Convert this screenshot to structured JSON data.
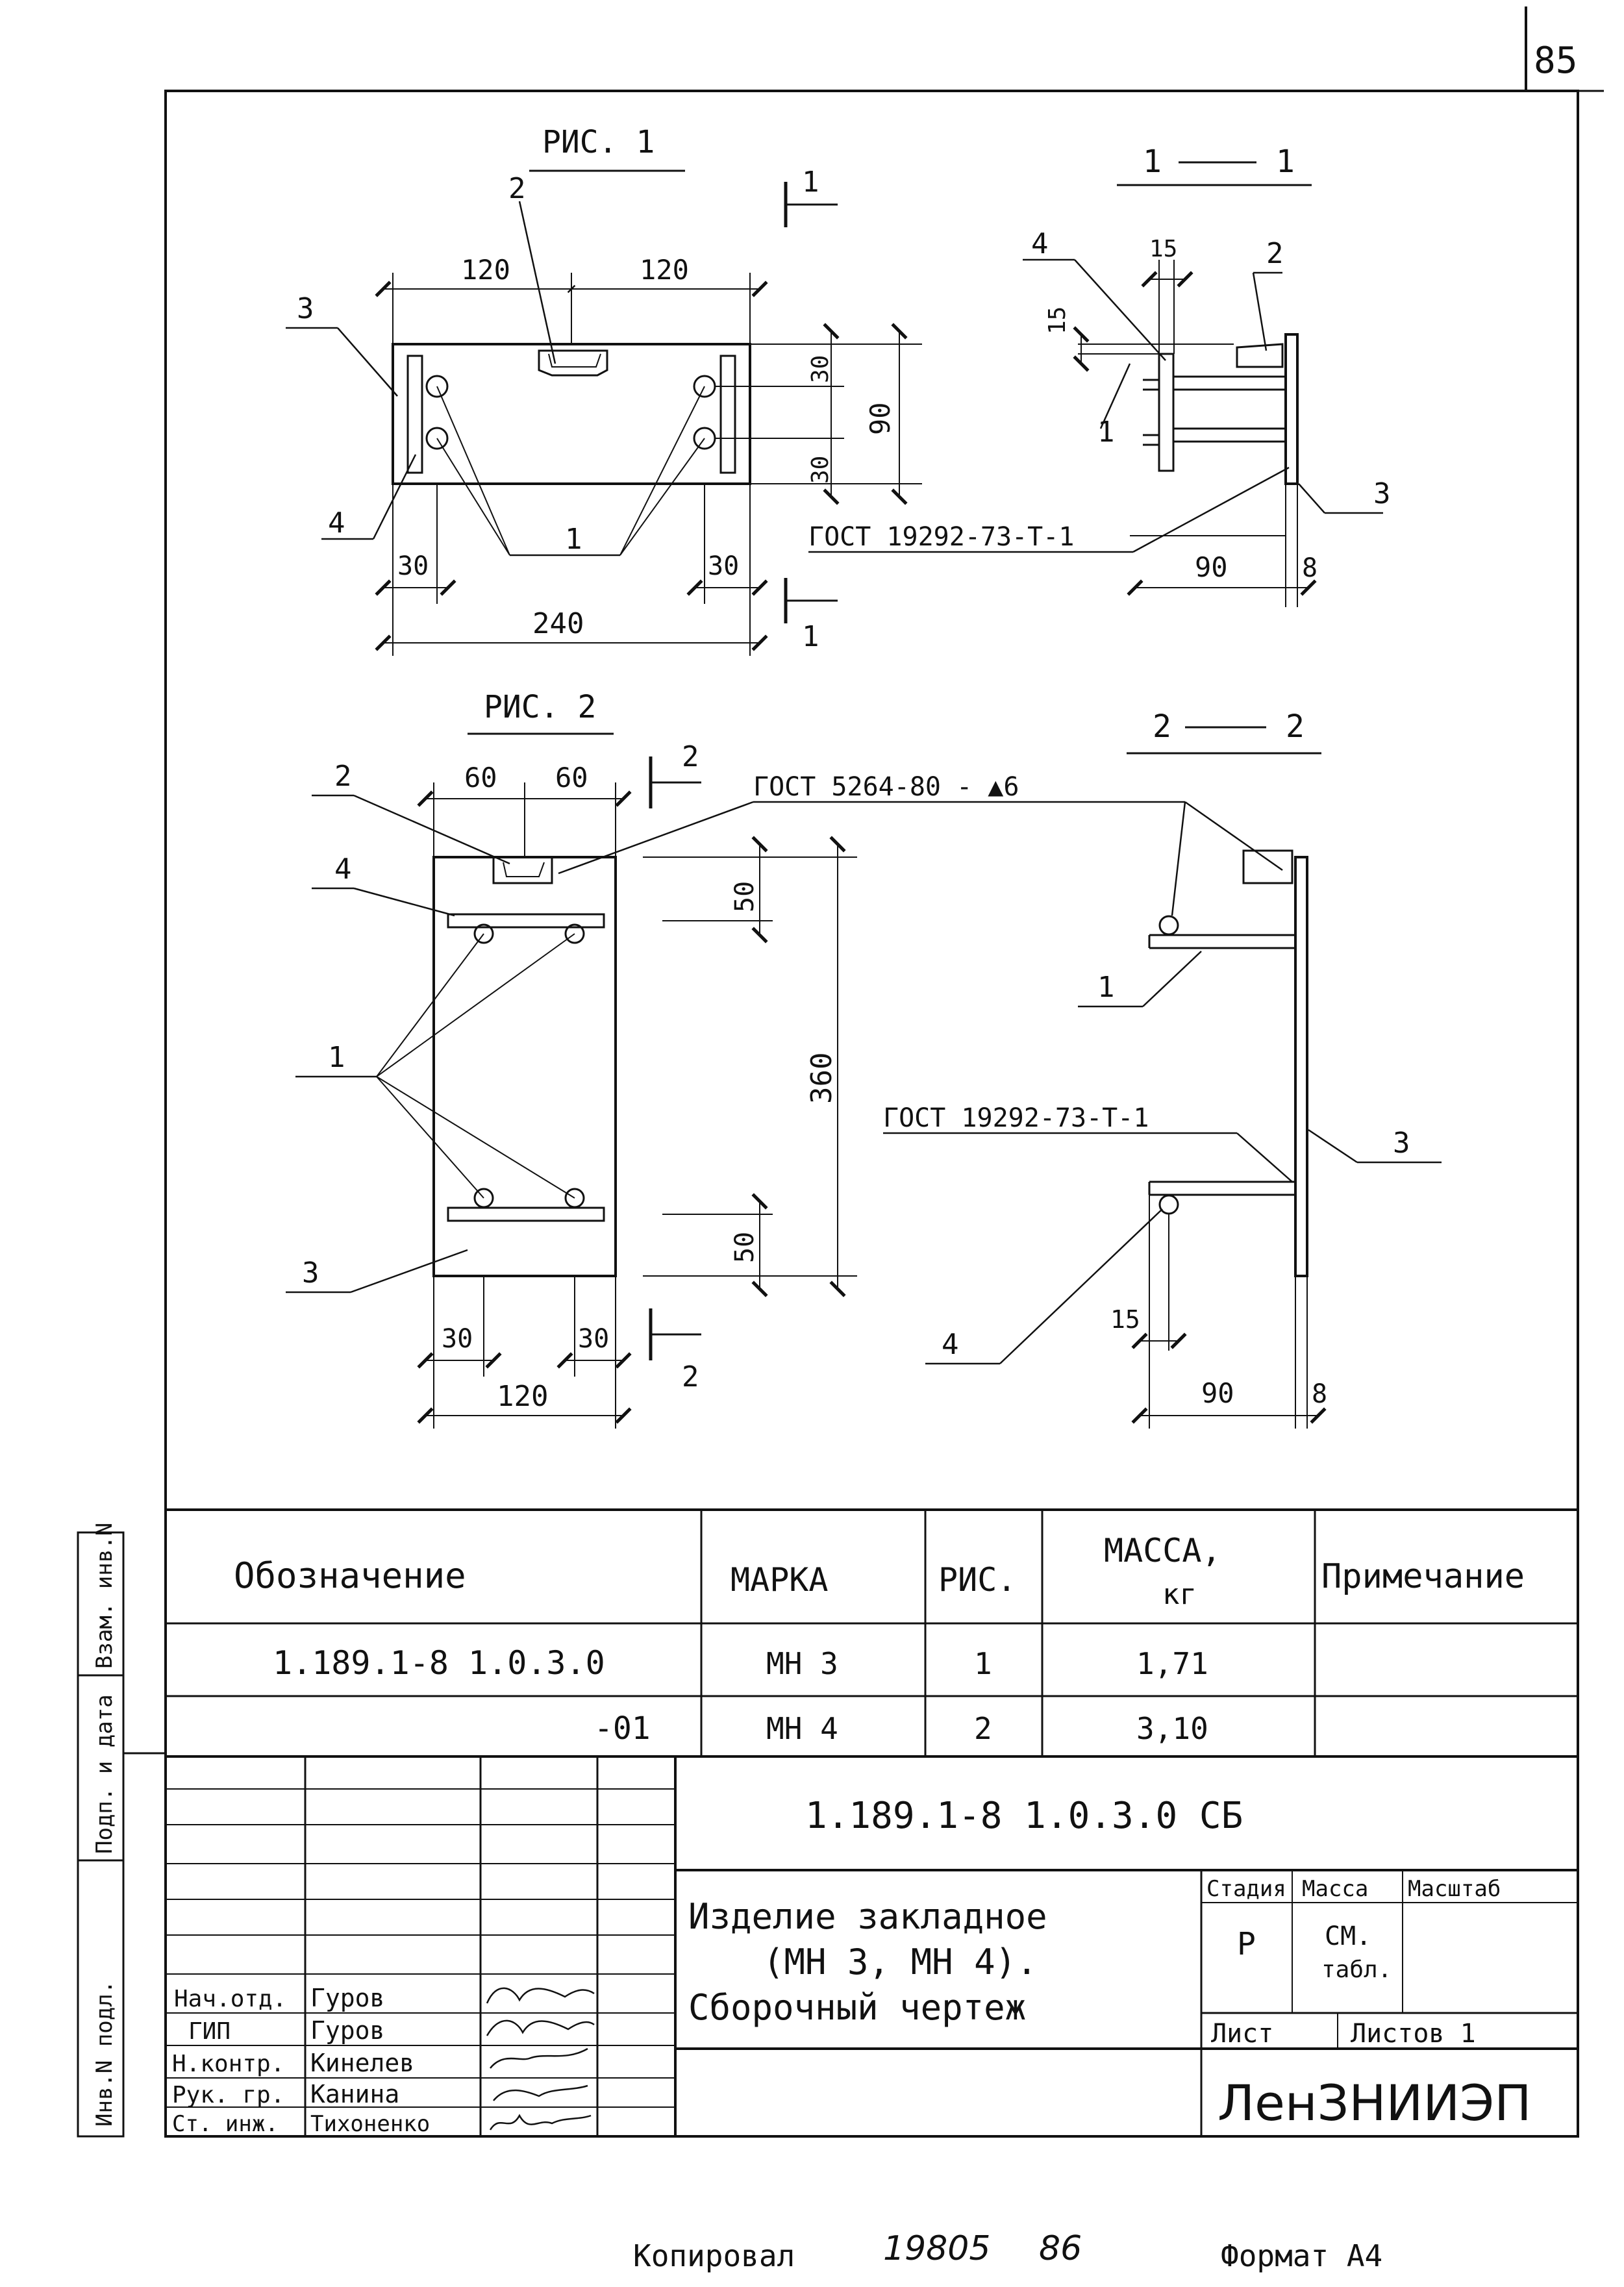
{
  "page_number": "85",
  "fig1": {
    "title": "РИС. 1",
    "section_mark": "1",
    "section_label_left": "1",
    "section_label_right": "1",
    "callouts": [
      "1",
      "2",
      "3",
      "4"
    ],
    "dims": {
      "w_half_a": "120",
      "w_half_b": "120",
      "h_total": "90",
      "h_a": "30",
      "h_b": "30",
      "edge_l": "30",
      "edge_r": "30",
      "w_total": "240"
    }
  },
  "section1": {
    "dims": {
      "offset_a": "15",
      "offset_b": "15",
      "depth": "90",
      "thick": "8"
    },
    "callouts": [
      "1",
      "2",
      "3",
      "4"
    ],
    "weld_note": "ГОСТ 19292-73-Т-1"
  },
  "fig2": {
    "title": "РИС. 2",
    "section_mark": "2",
    "callouts": [
      "1",
      "2",
      "3",
      "4"
    ],
    "weld_note": "ГОСТ 5264-80 - ▲6",
    "dims": {
      "w_half_a": "60",
      "w_half_b": "60",
      "h_total": "360",
      "h_top": "50",
      "h_bottom": "50",
      "edge_l": "30",
      "edge_r": "30",
      "w_total": "120"
    }
  },
  "section2": {
    "section_label_left": "2",
    "section_label_right": "2",
    "callouts": [
      "1",
      "3",
      "4"
    ],
    "weld_note": "ГОСТ 19292-73-Т-1",
    "dims": {
      "offset": "15",
      "depth": "90",
      "thick": "8"
    }
  },
  "spec_table": {
    "headers": [
      "Обозначение",
      "МАРКА",
      "РИС.",
      "МАССА, кг",
      "Примечание"
    ],
    "mass_header_line1": "МАССА,",
    "mass_header_line2": "кг",
    "rows": [
      {
        "designation": "1.189.1-8 1.0.3.0",
        "mark": "МН 3",
        "fig": "1",
        "mass": "1,71",
        "note": ""
      },
      {
        "designation": "-01",
        "mark": "МН 4",
        "fig": "2",
        "mass": "3,10",
        "note": ""
      }
    ]
  },
  "title_block": {
    "doc_code": "1.189.1-8 1.0.3.0 СБ",
    "title_line1": "Изделие закладное",
    "title_line2": "(МН 3, МН 4).",
    "title_line3": "Сборочный чертеж",
    "stage_label": "Стадия",
    "mass_label": "Масса",
    "scale_label": "Масштаб",
    "stage_value": "Р",
    "mass_value_line1": "СМ.",
    "mass_value_line2": "табл.",
    "sheet_label": "Лист",
    "sheets_label": "Листов 1",
    "org": "ЛенЗНИИЭП",
    "staff": [
      {
        "role": "Нач.отд.",
        "name": "Гуров"
      },
      {
        "role": "ГИП",
        "name": "Гуров"
      },
      {
        "role": "Н.контр.",
        "name": "Кинелев"
      },
      {
        "role": "Рук. гр.",
        "name": "Канина"
      },
      {
        "role": "Ст. инж.",
        "name": "Тихоненко"
      }
    ]
  },
  "side_stamp": [
    "Инв.N подл.",
    "Подп. и дата",
    "Взам. инв.N"
  ],
  "footer": {
    "copied_label": "Копировал",
    "copy_number": "19805",
    "copy_year": "86",
    "format": "Формат А4"
  }
}
